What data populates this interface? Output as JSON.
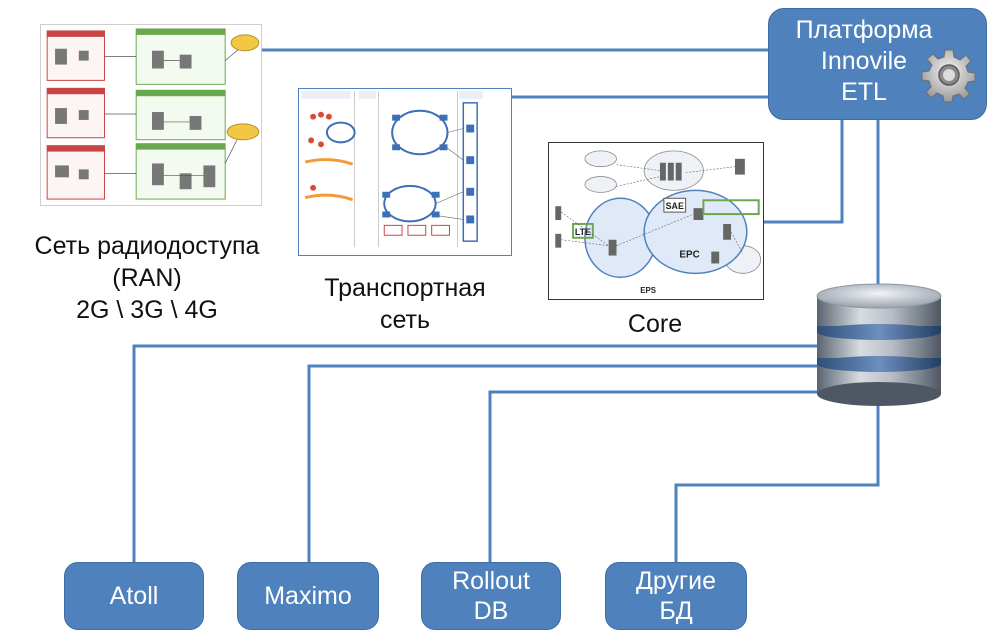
{
  "platform": {
    "title": "Платформа\nInnovile\nETL",
    "icon": "gear-icon"
  },
  "networks": {
    "ran": "Сеть радиодоступа\n(RAN)\n2G \\ 3G \\ 4G",
    "transport": "Транспортная\nсеть",
    "core": "Core"
  },
  "core_diagram": {
    "sae": "SAE",
    "epc": "EPC",
    "lte": "LTE",
    "eps": "EPS"
  },
  "databases": [
    {
      "label": "Atoll"
    },
    {
      "label": "Maximo"
    },
    {
      "label": "Rollout\nDB"
    },
    {
      "label": "Другие\nБД"
    }
  ],
  "colors": {
    "box": "#4f81bd",
    "line": "#4f81bd"
  }
}
